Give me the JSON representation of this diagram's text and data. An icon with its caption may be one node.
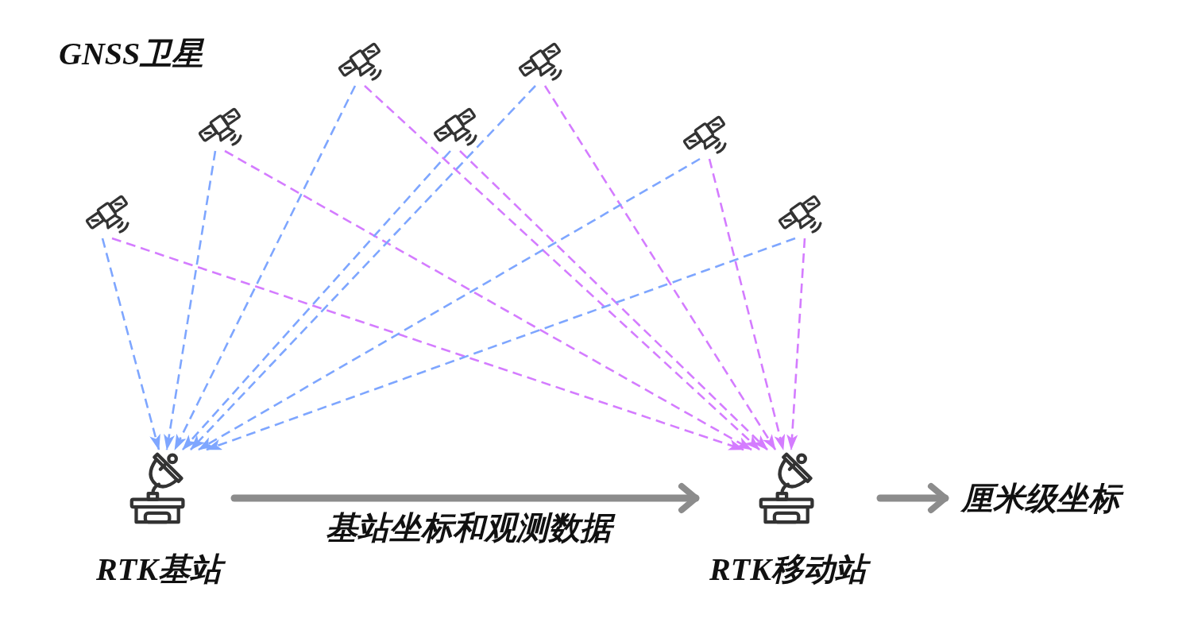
{
  "diagram": {
    "nodes": [
      {
        "text": [],
        "shape": "picture"
      },
      {
        "text": [],
        "shape": "picture"
      },
      {
        "text": [],
        "shape": "picture"
      },
      {
        "text": [],
        "shape": "picture"
      },
      {
        "text": [],
        "shape": "picture"
      },
      {
        "text": [],
        "shape": "picture"
      },
      {
        "text": [],
        "shape": "picture"
      },
      {
        "text": [
          "RTK基站"
        ]
      },
      {
        "text": [
          "RTK移动站"
        ]
      },
      {
        "text": [
          "厘米级坐标"
        ]
      }
    ],
    "edges": [
      {
        "from": 0,
        "to": 7,
        "arrow": "to",
        "style": "dashed",
        "color": "#7ea6ff"
      },
      {
        "from": 0,
        "to": 8,
        "arrow": "to",
        "style": "dashed",
        "color": "#d47cff"
      },
      {
        "from": 1,
        "to": 7,
        "arrow": "to",
        "style": "dashed",
        "color": "#7ea6ff"
      },
      {
        "from": 1,
        "to": 8,
        "arrow": "to",
        "style": "dashed",
        "color": "#d47cff"
      },
      {
        "from": 2,
        "to": 7,
        "arrow": "to",
        "style": "dashed",
        "color": "#7ea6ff"
      },
      {
        "from": 2,
        "to": 8,
        "arrow": "to",
        "style": "dashed",
        "color": "#d47cff"
      },
      {
        "from": 3,
        "to": 7,
        "arrow": "to",
        "style": "dashed",
        "color": "#7ea6ff"
      },
      {
        "from": 3,
        "to": 8,
        "arrow": "to",
        "style": "dashed",
        "color": "#d47cff"
      },
      {
        "from": 4,
        "to": 7,
        "arrow": "to",
        "style": "dashed",
        "color": "#7ea6ff"
      },
      {
        "from": 4,
        "to": 8,
        "arrow": "to",
        "style": "dashed",
        "color": "#d47cff"
      },
      {
        "from": 5,
        "to": 7,
        "arrow": "to",
        "style": "dashed",
        "color": "#7ea6ff"
      },
      {
        "from": 5,
        "to": 8,
        "arrow": "to",
        "style": "dashed",
        "color": "#d47cff"
      },
      {
        "from": 6,
        "to": 7,
        "arrow": "to",
        "style": "dashed",
        "color": "#7ea6ff"
      },
      {
        "from": 6,
        "to": 8,
        "arrow": "to",
        "style": "dashed",
        "color": "#d47cff"
      },
      {
        "from": 7,
        "to": 8,
        "arrow": "to",
        "label": "基站坐标和观测数据",
        "style": "thick",
        "color": "#8c8c8c"
      },
      {
        "from": 8,
        "to": 9,
        "arrow": "to",
        "style": "thick",
        "color": "#8c8c8c"
      }
    ],
    "labels": [
      "GNSS卫星"
    ]
  }
}
